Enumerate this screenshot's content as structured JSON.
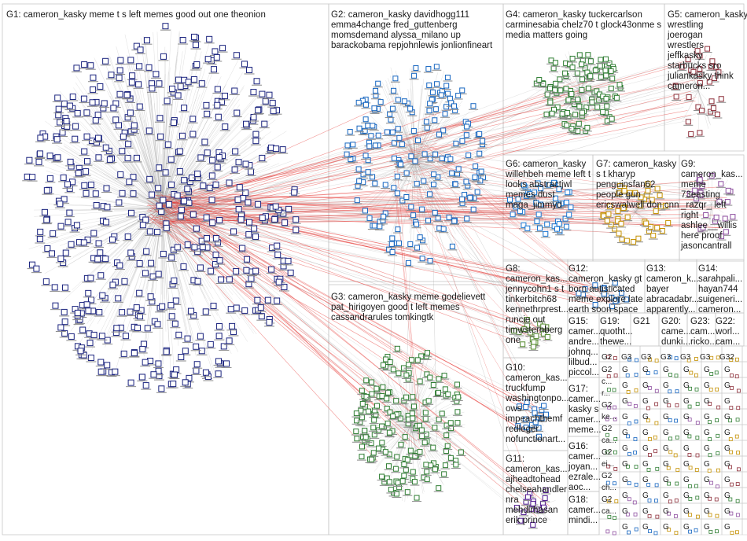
{
  "groups": [
    {
      "id": "G1",
      "lines": [
        "G1: cameron_kasky meme t s left memes good out one theonion"
      ],
      "color": "#1a237e"
    },
    {
      "id": "G2",
      "lines": [
        "G2: cameron_kasky davidhogg111",
        "emma4change fred_guttenberg",
        "momsdemand alyssa_milano up",
        "barackobama repjohnlewis jonlionfineart"
      ],
      "color": "#1565c0"
    },
    {
      "id": "G3",
      "lines": [
        "G3: cameron_kasky meme godelievett",
        "pat_hirigoyen good t left memes",
        "cassandrarules tomkingtk"
      ],
      "color": "#2e7d32"
    },
    {
      "id": "G4",
      "lines": [
        "G4: cameron_kasky tuckercarlson",
        "carminesabia chelz70 t glock43onme s",
        "media matters going"
      ],
      "color": "#2e7d32"
    },
    {
      "id": "G5",
      "lines": [
        "G5: cameron_kasky",
        "wrestling",
        "joerogan",
        "wrestlers",
        "jeffkasky",
        "starbucks sro",
        "juliankasky think",
        "cameron..."
      ],
      "color": "#8d2f3a"
    },
    {
      "id": "G6",
      "lines": [
        "G6: cameron_kasky",
        "willehbeh meme left t",
        "looks abstractjwl",
        "memes dust",
        "maga_jimmyd"
      ],
      "color": "#1976d2"
    },
    {
      "id": "G7",
      "lines": [
        "G7: cameron_kasky",
        "s t kharyp",
        "penguinsfan62",
        "people gun",
        "ericswalwell don cnn"
      ],
      "color": "#c49000"
    },
    {
      "id": "G8",
      "lines": [
        "G8:",
        "cameron_kas...",
        "jennycohn1 s t",
        "tinkerbitch68",
        "kennethrprest...",
        "runcie out",
        "timwsternberg",
        "one"
      ],
      "color": "#558b2f"
    },
    {
      "id": "G9",
      "lines": [
        "G9:",
        "cameron_kas...",
        "meme",
        "73easting",
        "_razqr_ left",
        "right",
        "ashlee__willis",
        "here proof",
        "jasoncantrall"
      ],
      "color": "#8e4fa0"
    },
    {
      "id": "G10",
      "lines": [
        "G10:",
        "cameron_kas...",
        "truckfump",
        "washingtonpo...",
        "ows",
        "impeachthemf",
        "redleger",
        "nofunctionart..."
      ],
      "color": "#1565c0"
    },
    {
      "id": "G11",
      "lines": [
        "G11:",
        "cameron_kas...",
        "ajheadtohead",
        "chelseahandler",
        "nra",
        "mehdirhasan",
        "erik prince"
      ],
      "color": "#4a148c"
    },
    {
      "id": "G12",
      "lines": [
        "G12:",
        "cameron_kasky gt",
        "born autisticated",
        "meme explore late",
        "earth soon space"
      ],
      "color": "#1565c0"
    },
    {
      "id": "G13",
      "lines": [
        "G13:",
        "cameron_k...",
        "bayer",
        "abracadabr...",
        "apparently..."
      ],
      "color": "#8e4fa0"
    },
    {
      "id": "G14",
      "lines": [
        "G14:",
        "sarahpali...",
        "hayan744",
        "suigeneri...",
        "cameron..."
      ],
      "color": "#2e7d32"
    },
    {
      "id": "G15",
      "lines": [
        "G15:",
        "camer...",
        "andre...",
        "johnq...",
        "lilbud...",
        "piccol..."
      ],
      "color": "#1565c0"
    },
    {
      "id": "G16",
      "lines": [
        "G16:",
        "camer...",
        "joyan...",
        "ezrale...",
        "aoc..."
      ],
      "color": "#6a1b9a"
    },
    {
      "id": "G17",
      "lines": [
        "G17:",
        "camer...",
        "kasky s",
        "camer...",
        "meme..."
      ],
      "color": "#2e7d32"
    },
    {
      "id": "G18",
      "lines": [
        "G18:",
        "camer...",
        "mindi..."
      ],
      "color": "#1565c0"
    },
    {
      "id": "G19",
      "lines": [
        "G19:",
        "quotht...",
        "thewe..."
      ],
      "color": "#558b2f"
    },
    {
      "id": "G20",
      "lines": [
        "G20:",
        "came...",
        "dunki..."
      ],
      "color": "#2e7d32"
    },
    {
      "id": "G21",
      "lines": [
        "G21"
      ],
      "color": "#8e4fa0"
    },
    {
      "id": "G22",
      "lines": [
        "G22:",
        "worl...",
        "cam..."
      ],
      "color": "#8d2f3a"
    },
    {
      "id": "G23",
      "lines": [
        "G23:",
        "cam...",
        "ricko..."
      ],
      "color": "#1565c0"
    },
    {
      "id": "G32",
      "lines": [
        "G32"
      ],
      "color": "#1565c0"
    }
  ],
  "small_cell_prefix": "G",
  "small_cell_labels": {
    "row1": [
      "G2",
      "G3",
      "G3",
      "G3",
      "G3",
      "G3",
      "G32"
    ],
    "col_left": [
      "G2",
      "c...",
      "r...",
      "G2",
      "ke...",
      "G2",
      "ca...",
      "G2",
      "ei...",
      "G2",
      "ch...",
      "G2",
      "ca..."
    ]
  },
  "colors": {
    "background": "#ffffff",
    "panel_border": "#c8c8c8",
    "edge": "#9a9a9a",
    "edge_highlight": "#e53935",
    "node_fill": "#ffffff",
    "node_border_g1": "#1a237e"
  }
}
